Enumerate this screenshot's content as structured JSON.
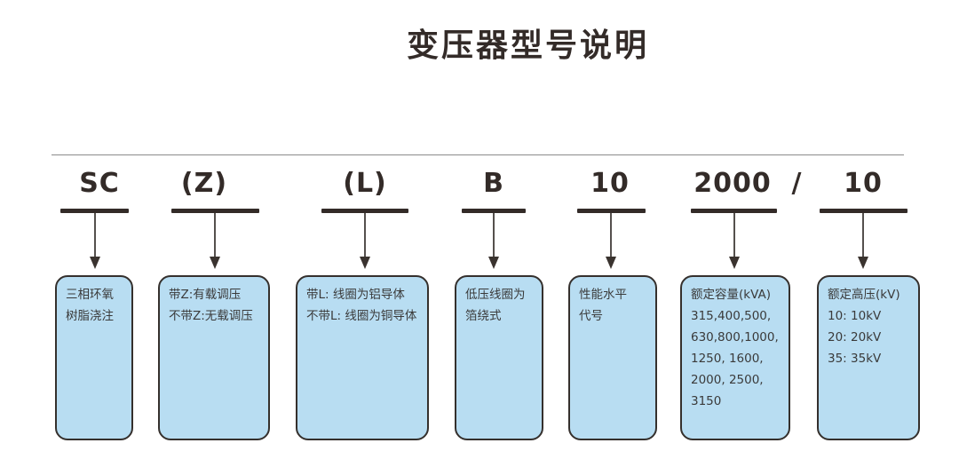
{
  "title": "变压器型号说明",
  "separator": "/",
  "columns": [
    {
      "code": "SC",
      "description": "三相环氧\n树脂浇注"
    },
    {
      "code": "(Z)",
      "description": "带Z:有载调压\n不带Z:无载调压"
    },
    {
      "code": "(L)",
      "description": "带L: 线圈为铝导体\n不带L: 线圈为铜导体"
    },
    {
      "code": "B",
      "description": "低压线圈为\n箔绕式"
    },
    {
      "code": "10",
      "description": "性能水平\n代号"
    },
    {
      "code": "2000",
      "description": "额定容量(kVA)\n315,400,500,\n630,800,1000,\n1250, 1600,\n2000, 2500,\n3150"
    },
    {
      "code": "10",
      "description": "额定高压(kV)\n10: 10kV\n20: 20kV\n35: 35kV"
    }
  ],
  "colors": {
    "box_fill": "#b8ddf2",
    "box_border": "#35302d",
    "ink": "#332b28",
    "rule_line": "#8c8c8c"
  }
}
